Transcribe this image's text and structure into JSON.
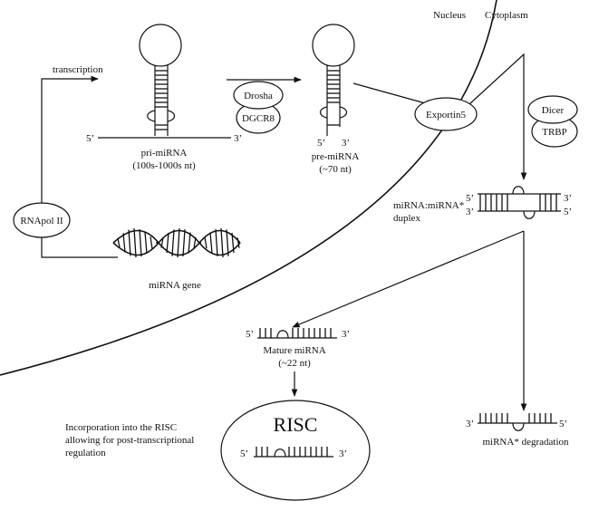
{
  "compartments": {
    "nucleus": "Nucleus",
    "cytoplasm": "Cytoplasm"
  },
  "steps": {
    "transcription": "transcription",
    "rna_pol": "RNApol II",
    "gene": "miRNA gene"
  },
  "pri_mirna": {
    "five": "5’",
    "three": "3’",
    "name": "pri-miRNA",
    "size": "(100s-1000s nt)"
  },
  "drosha": {
    "drosha": "Drosha",
    "dgcr8": "DGCR8"
  },
  "pre_mirna": {
    "five": "5’",
    "three": "3’",
    "name": "pre-miRNA",
    "size": "(~70 nt)"
  },
  "exportin": "Exportin5",
  "dicer": {
    "dicer": "Dicer",
    "trbp": "TRBP"
  },
  "duplex": {
    "line1": "miRNA:miRNA*",
    "line2": "duplex",
    "five_top": "5’",
    "three_bottom": "3’",
    "three_top": "3’",
    "five_bottom": "5’"
  },
  "mature": {
    "five": "5’",
    "three": "3’",
    "name": "Mature miRNA",
    "size": "(~22 nt)"
  },
  "risc": {
    "label": "RISC",
    "five": "5’",
    "three": "3’"
  },
  "incorporation": {
    "line1": "Incorporation into the RISC",
    "line2": "allowing for post-transcriptional",
    "line3": "regulation"
  },
  "degradation": {
    "three": "3’",
    "five": "5’",
    "label": "miRNA* degradation"
  }
}
